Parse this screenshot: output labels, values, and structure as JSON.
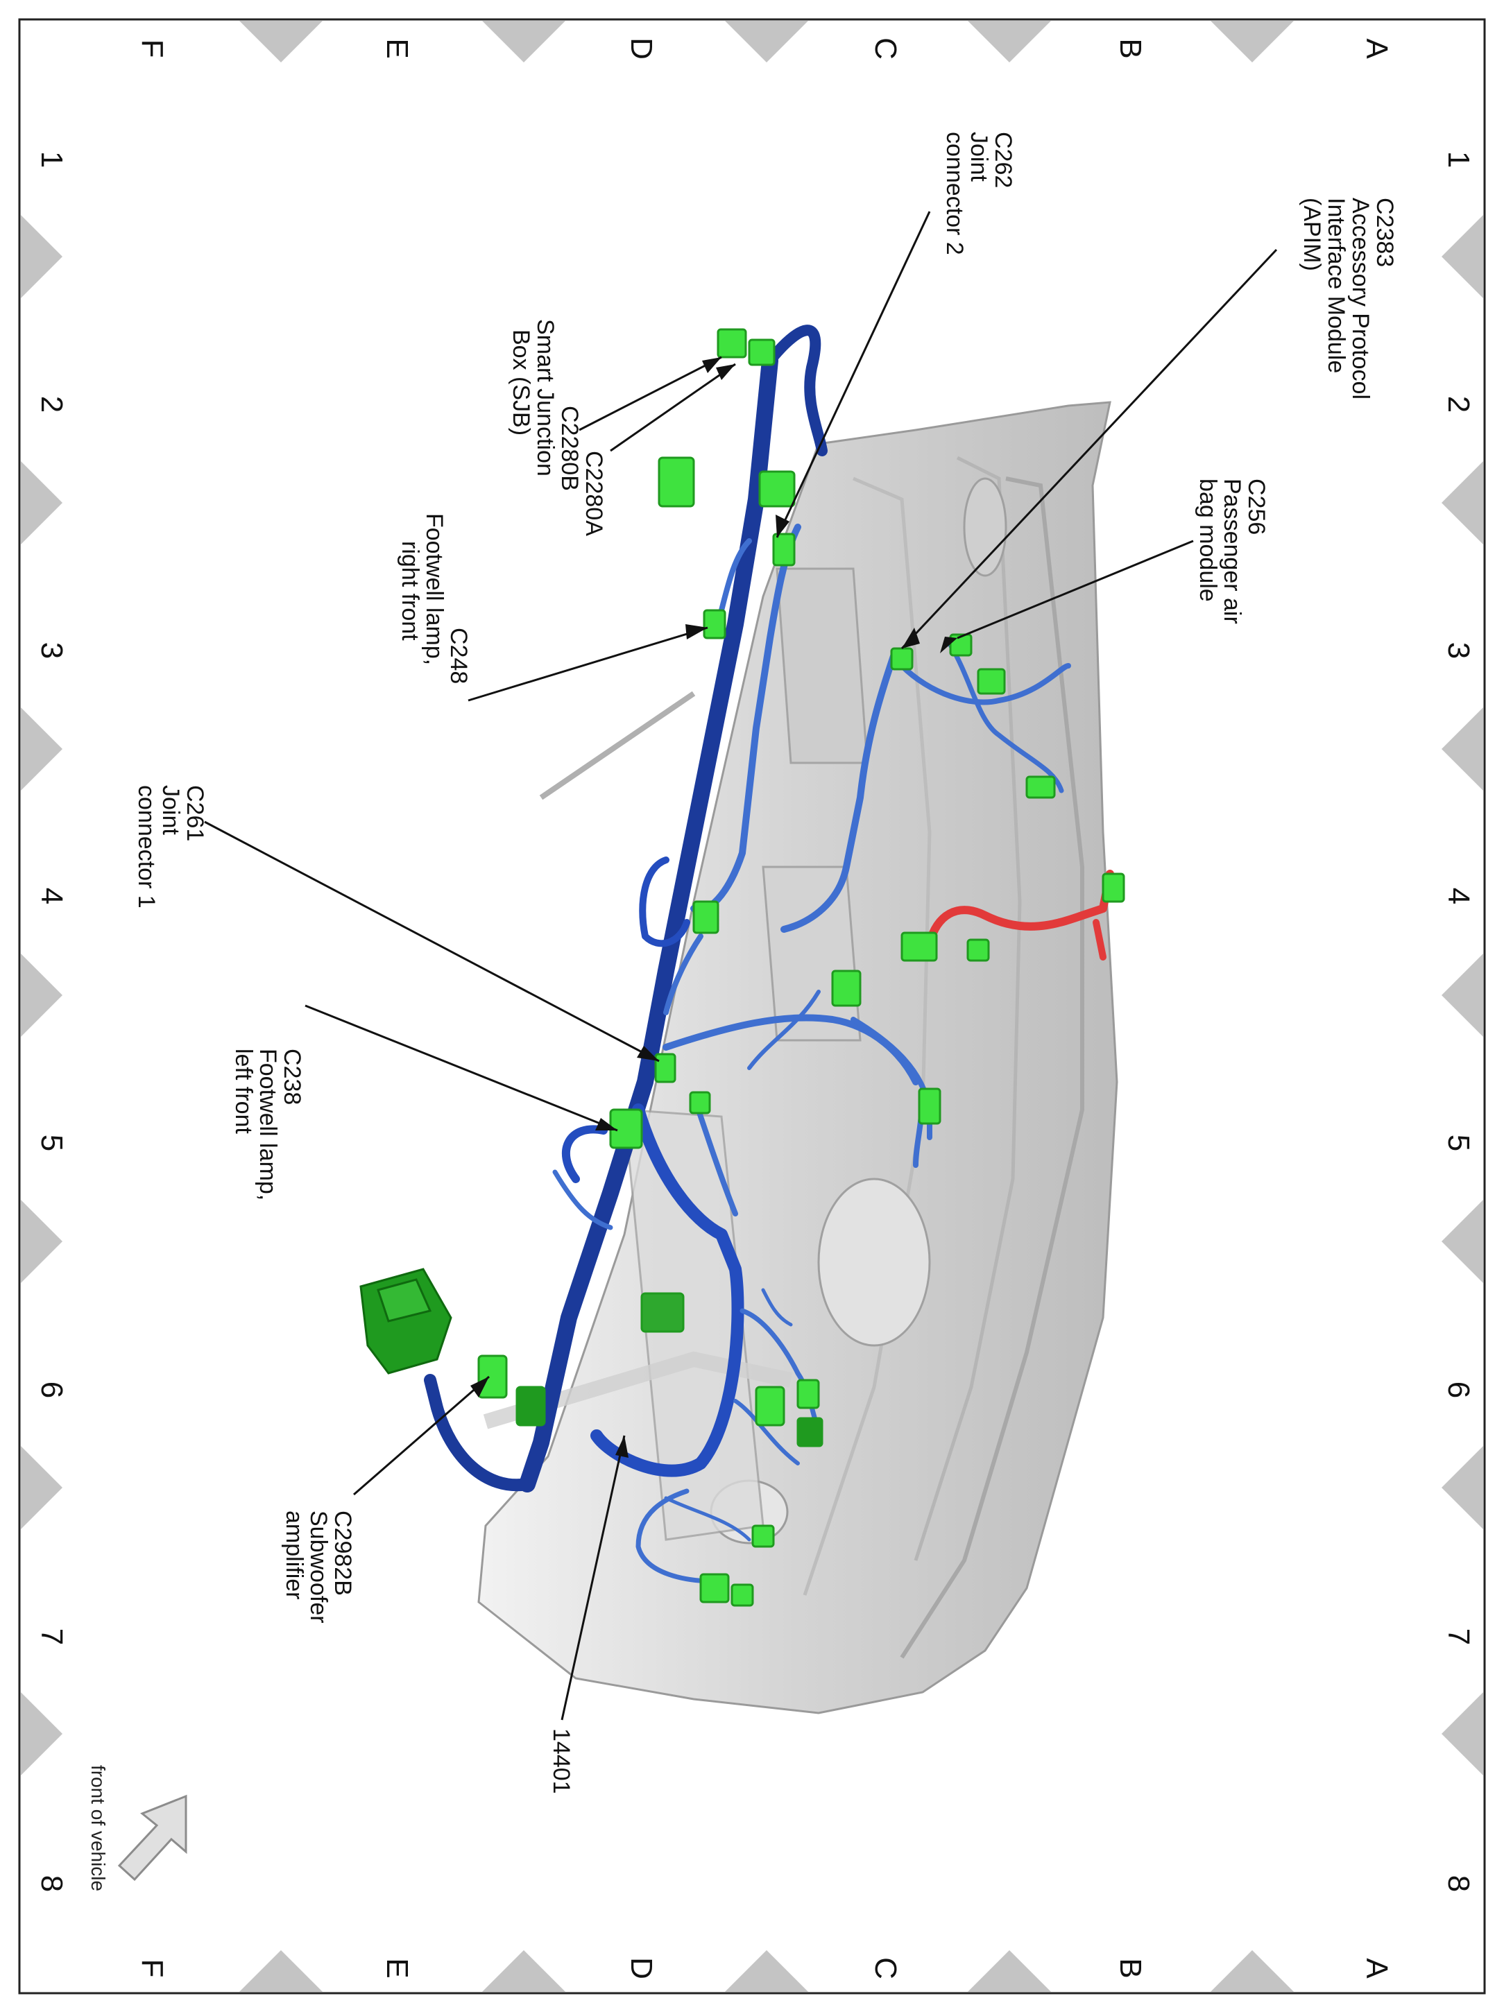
{
  "grid": {
    "rows": [
      "A",
      "B",
      "C",
      "D",
      "E",
      "F"
    ],
    "columns": [
      "1",
      "2",
      "3",
      "4",
      "5",
      "6",
      "7",
      "8"
    ]
  },
  "callouts": [
    {
      "id": "c2383",
      "lines": [
        "C2383",
        "Accessory Protocol",
        "Interface Module",
        "(APIM)"
      ]
    },
    {
      "id": "c256",
      "lines": [
        "C256",
        "Passenger air",
        "bag module"
      ]
    },
    {
      "id": "c262",
      "lines": [
        "C262",
        "Joint",
        "connector 2"
      ]
    },
    {
      "id": "c2280a",
      "lines": [
        "C2280A"
      ]
    },
    {
      "id": "c2280b",
      "lines": [
        "C2280B",
        "Smart Junction",
        "Box (SJB)"
      ]
    },
    {
      "id": "c248",
      "lines": [
        "C248",
        "Footwell lamp,",
        "right front"
      ]
    },
    {
      "id": "c261",
      "lines": [
        "C261",
        "Joint",
        "connector 1"
      ]
    },
    {
      "id": "c238",
      "lines": [
        "C238",
        "Footwell lamp,",
        "left front"
      ]
    },
    {
      "id": "c2982b",
      "lines": [
        "C2982B",
        "Subwoofer",
        "amplifier"
      ]
    },
    {
      "id": "harness",
      "lines": [
        "14401"
      ]
    }
  ],
  "orientation": {
    "label": "front of vehicle",
    "icon": "arrow-icon"
  },
  "colors": {
    "harness_main": "#1b3a9a",
    "harness_branch": "#3f6fd0",
    "harness_red": "#e23a3a",
    "connector": "#3fe23f",
    "connector_dark": "#1f9a1f",
    "body_gray": "#d9d9d9",
    "marker_gray": "#c4c4c4"
  }
}
